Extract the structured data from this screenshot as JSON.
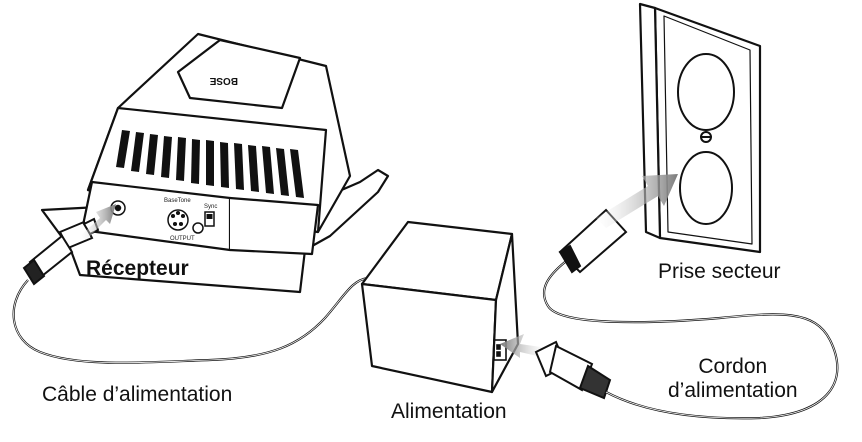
{
  "labels": {
    "receiver": "Récepteur",
    "wall_outlet": "Prise secteur",
    "power_cord_line1": "Cordon",
    "power_cord_line2": "d’alimentation",
    "power_cable": "Câble d’alimentation",
    "power_supply": "Alimentation"
  },
  "receiver_marks": {
    "brand": "BOSE",
    "output_label": "OUTPUT",
    "port_label": "BaseTone",
    "switch_label": "Sync"
  },
  "colors": {
    "ink": "#111111",
    "arrow_gray": "#8a8a8a"
  },
  "icons": [
    "dc-power-jack-icon",
    "din-connector-icon",
    "ac-inlet-icon",
    "wall-socket-icon"
  ]
}
